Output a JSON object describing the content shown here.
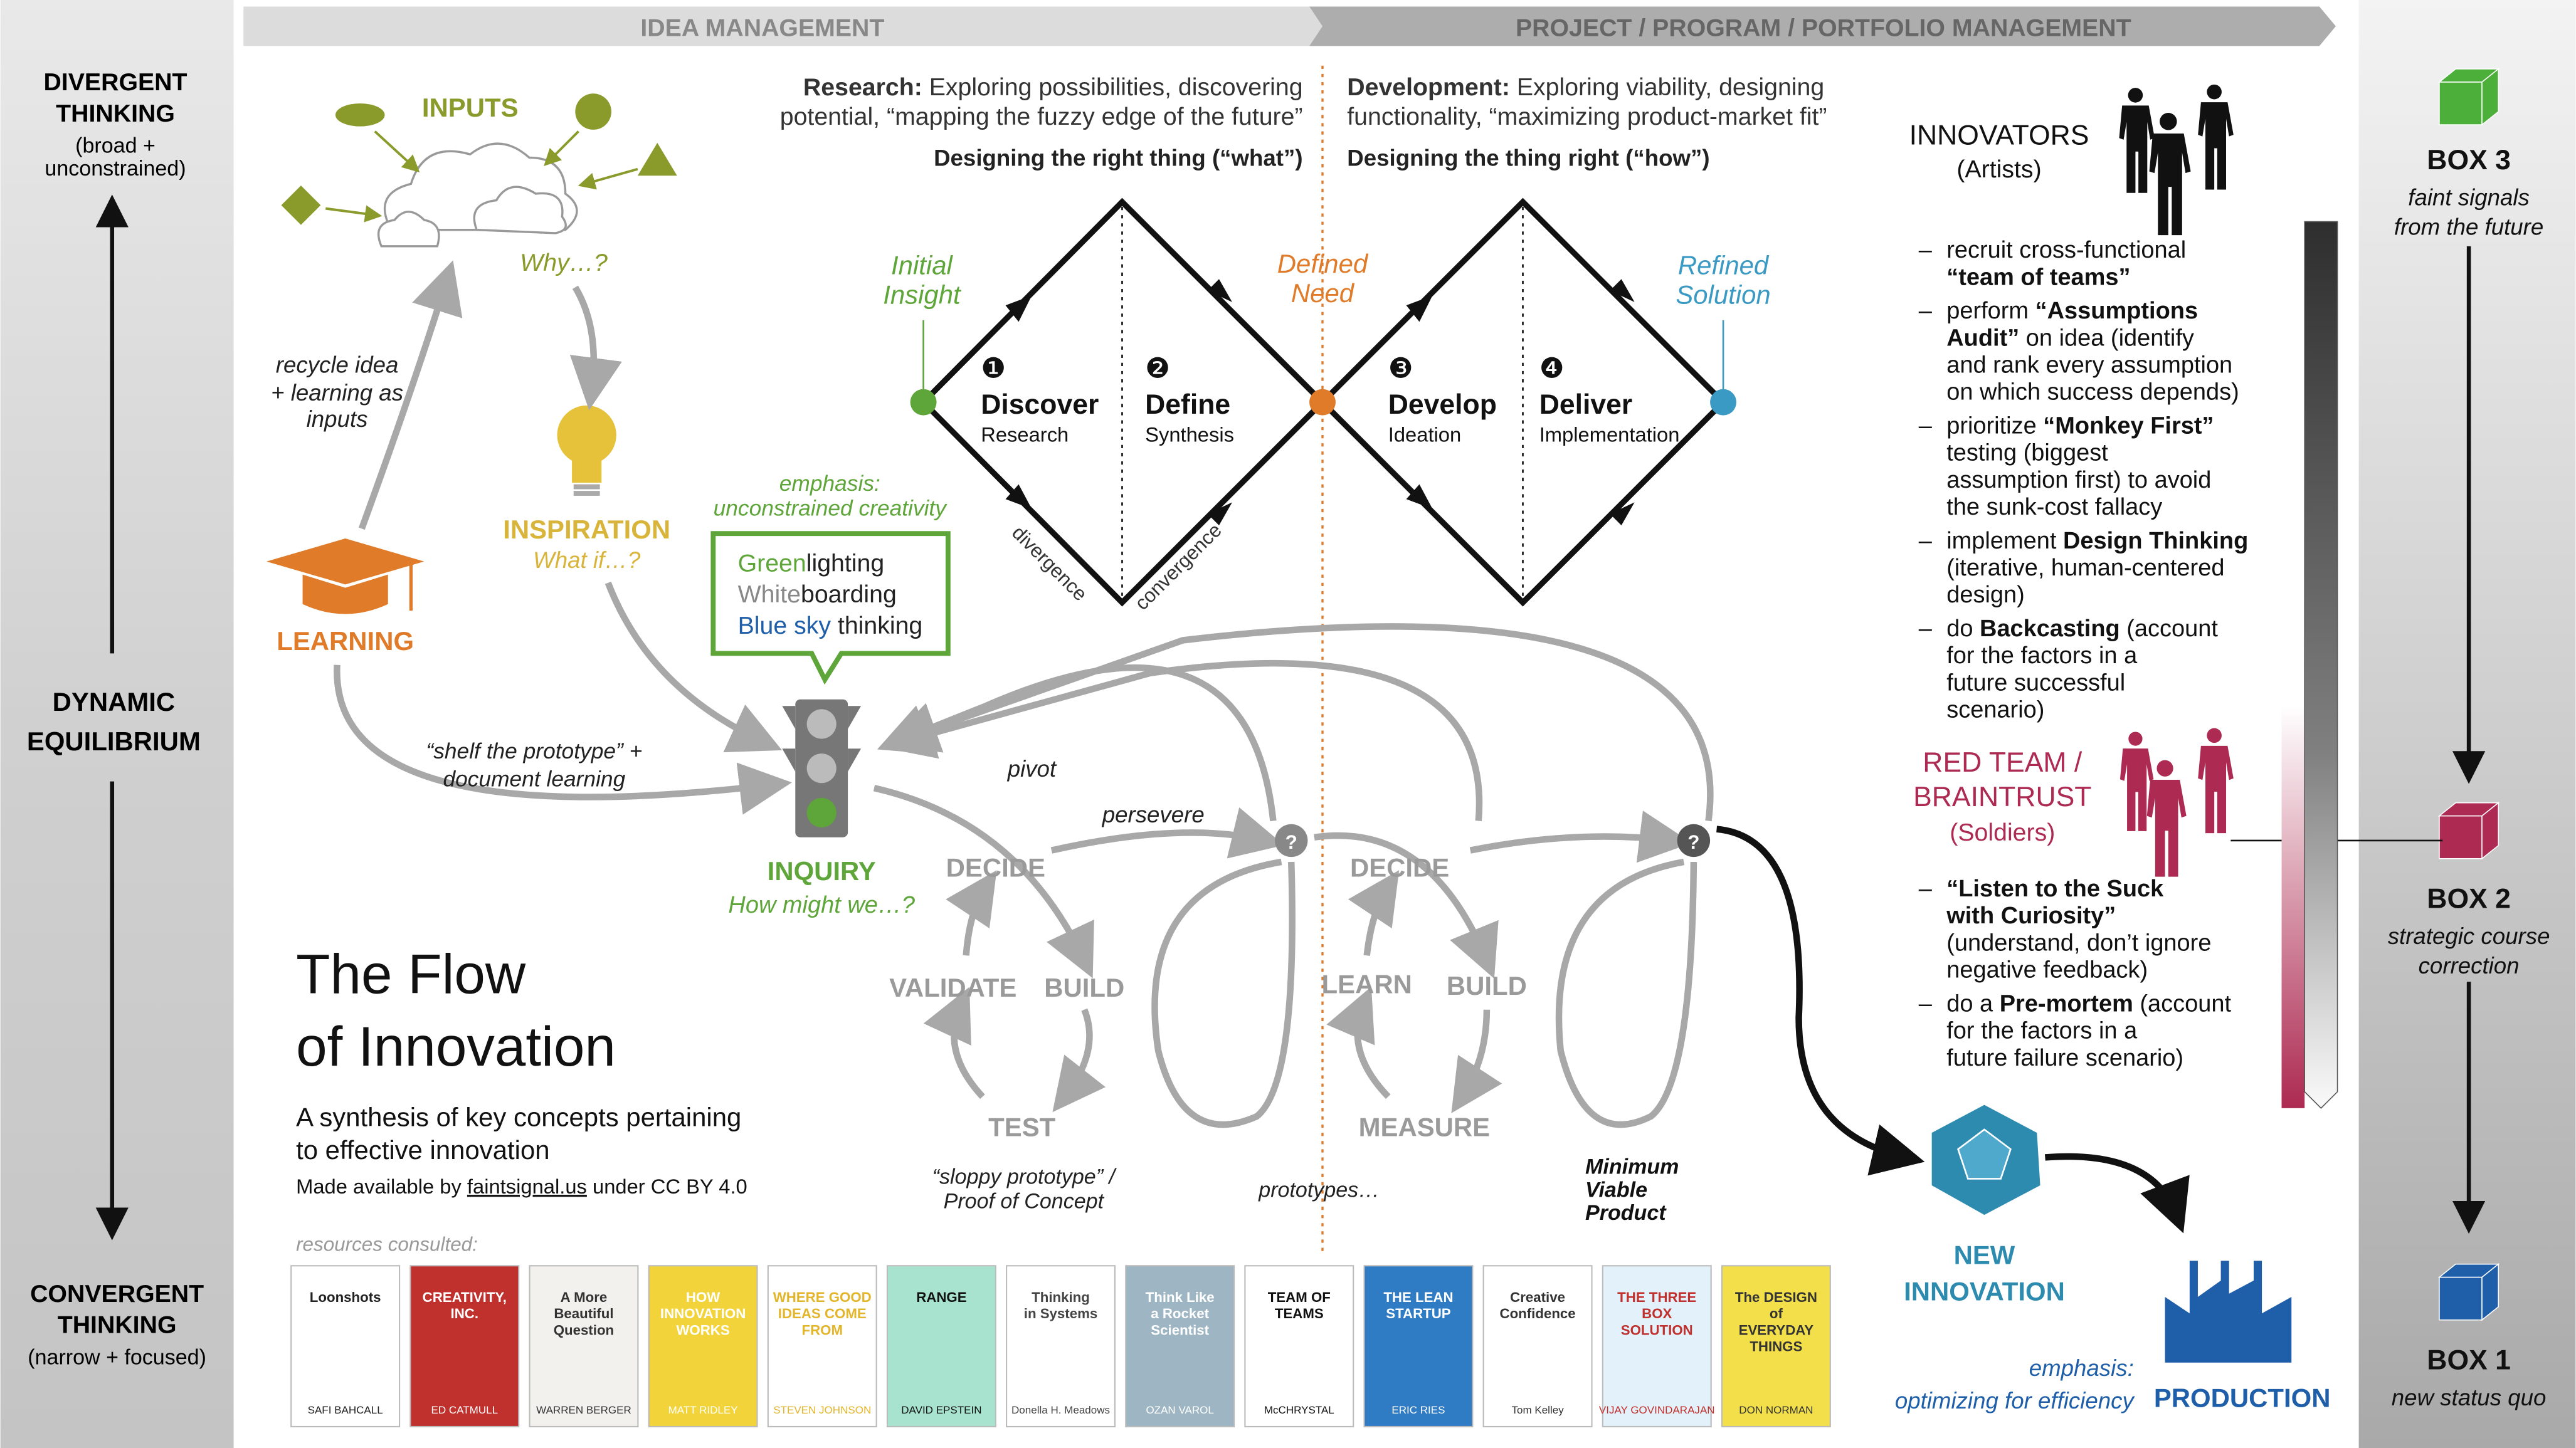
{
  "colors": {
    "green": "#5ea53a",
    "olive": "#8a9a2b",
    "orange": "#e07b2a",
    "blue": "#3a9ac4",
    "crimson": "#ad2a52",
    "navy": "#1f5ea8",
    "teal": "#2e8bb0",
    "yellow": "#e6c23a",
    "grey": "#9a9a9a"
  },
  "left_axis": {
    "top": [
      "DIVERGENT",
      "THINKING"
    ],
    "top_sub": [
      "(broad +",
      "unconstrained)"
    ],
    "middle": [
      "DYNAMIC",
      "EQUILIBRIUM"
    ],
    "bottom": [
      "CONVERGENT",
      "THINKING"
    ],
    "bottom_sub": "(narrow + focused)"
  },
  "banner": {
    "left": "IDEA MANAGEMENT",
    "right": "PROJECT / PROGRAM / PORTFOLIO MANAGEMENT"
  },
  "research": {
    "label": "Research:",
    "line1": " Exploring possibilities, discovering",
    "line2": "potential, “mapping the fuzzy edge of the future”",
    "tagline": "Designing the right thing (“what”)"
  },
  "development": {
    "label": "Development:",
    "line1": " Exploring viability, designing",
    "line2": "functionality, “maximizing product-market fit”",
    "tagline": "Designing the thing right (“how”)"
  },
  "milestones": {
    "initial": [
      "Initial",
      "Insight"
    ],
    "defined": [
      "Defined",
      "Need"
    ],
    "refined": [
      "Refined",
      "Solution"
    ]
  },
  "steps": [
    {
      "num": "❶",
      "title": "Discover",
      "sub": "Research"
    },
    {
      "num": "❷",
      "title": "Define",
      "sub": "Synthesis"
    },
    {
      "num": "❸",
      "title": "Develop",
      "sub": "Ideation"
    },
    {
      "num": "❹",
      "title": "Deliver",
      "sub": "Implementation"
    }
  ],
  "diamond_labels": {
    "divergence": "divergence",
    "convergence": "convergence"
  },
  "ideation": {
    "inputs": "INPUTS",
    "why": "Why…?",
    "inspiration": "INSPIRATION",
    "what_if": "What if…?",
    "learning": "LEARNING",
    "recycle": [
      "recycle idea",
      "+ learning as",
      "inputs"
    ],
    "emphasis": [
      "emphasis:",
      "unconstrained creativity"
    ],
    "bubble": [
      {
        "a": "Green",
        "b": "lighting"
      },
      {
        "a": "White",
        "b": "boarding"
      },
      {
        "a": "Blue sky",
        "b": " thinking"
      }
    ],
    "inquiry": "INQUIRY",
    "how_might": "How might we…?",
    "shelf": [
      "“shelf the prototype” +",
      "document learning"
    ],
    "pivot": "pivot",
    "persevere": "persevere"
  },
  "loop1": {
    "decide": "DECIDE",
    "validate": "VALIDATE",
    "build": "BUILD",
    "test": "TEST",
    "caption": [
      "“sloppy prototype” /",
      "Proof of Concept"
    ]
  },
  "loop2": {
    "decide": "DECIDE",
    "learn": "LEARN",
    "build": "BUILD",
    "measure": "MEASURE",
    "caption": "prototypes…"
  },
  "mvp": [
    "Minimum",
    "Viable",
    "Product"
  ],
  "question_mark": "?",
  "title": {
    "line1": "The Flow",
    "line2": "of Innovation",
    "sub1": "A synthesis of key concepts pertaining",
    "sub2": "to effective innovation",
    "credit_pre": "Made available by ",
    "credit_link": "faintsignal.us",
    "credit_post": " under CC BY 4.0"
  },
  "resources_label": "resources consulted:",
  "books": [
    {
      "title": "Loonshots",
      "author": "SAFI BAHCALL",
      "bg": "#ffffff",
      "fg": "#222"
    },
    {
      "title": "CREATIVITY, INC.",
      "author": "ED CATMULL",
      "bg": "#c0302c",
      "fg": "#fff"
    },
    {
      "title": "A More Beautiful Question",
      "author": "WARREN BERGER",
      "bg": "#f3f1ee",
      "fg": "#333"
    },
    {
      "title": "HOW INNOVATION WORKS",
      "author": "MATT RIDLEY",
      "bg": "#f2d43a",
      "fg": "#fff"
    },
    {
      "title": "WHERE GOOD IDEAS COME FROM",
      "author": "STEVEN JOHNSON",
      "bg": "#ffffff",
      "fg": "#e3b52a"
    },
    {
      "title": "RANGE",
      "author": "DAVID EPSTEIN",
      "bg": "#a8e3d0",
      "fg": "#111"
    },
    {
      "title": "Thinking in Systems",
      "author": "Donella H. Meadows",
      "bg": "#ffffff",
      "fg": "#444"
    },
    {
      "title": "Think Like a Rocket Scientist",
      "author": "OZAN VAROL",
      "bg": "#9eb6c3",
      "fg": "#fff"
    },
    {
      "title": "TEAM OF TEAMS",
      "author": "McCHRYSTAL",
      "bg": "#ffffff",
      "fg": "#111"
    },
    {
      "title": "THE LEAN STARTUP",
      "author": "ERIC RIES",
      "bg": "#2f7bc4",
      "fg": "#fff"
    },
    {
      "title": "Creative Confidence",
      "author": "Tom Kelley",
      "bg": "#ffffff",
      "fg": "#333"
    },
    {
      "title": "THE THREE BOX SOLUTION",
      "author": "VIJAY GOVINDARAJAN",
      "bg": "#e3f1fb",
      "fg": "#c0302c"
    },
    {
      "title": "The DESIGN of EVERYDAY THINGS",
      "author": "DON NORMAN",
      "bg": "#f2df4a",
      "fg": "#333"
    }
  ],
  "innovators": {
    "title": "INNOVATORS",
    "sub": "(Artists)",
    "bullets": [
      [
        {
          "t": "recruit cross-functional"
        },
        {
          "t": "“team of teams”",
          "b": true
        }
      ],
      [
        {
          "t": "perform "
        },
        {
          "t": "“Assumptions Audit”",
          "b": true
        },
        {
          "t": " on idea (identify and rank every assumption on which success depends)"
        }
      ],
      [
        {
          "t": "prioritize "
        },
        {
          "t": "“Monkey First”",
          "b": true
        },
        {
          "t": " testing (biggest assumption first) to avoid the sunk-cost fallacy"
        }
      ],
      [
        {
          "t": "implement "
        },
        {
          "t": "Design Thinking",
          "b": true
        },
        {
          "t": " (iterative, human-centered design)"
        }
      ],
      [
        {
          "t": "do "
        },
        {
          "t": "Backcasting",
          "b": true
        },
        {
          "t": " (account for the factors in a future successful scenario)"
        }
      ]
    ]
  },
  "red_team": {
    "title": [
      "RED TEAM /",
      "BRAINTRUST"
    ],
    "sub": "(Soldiers)",
    "bullets": [
      [
        {
          "t": "“Listen to the Suck with Curiosity”",
          "b": true
        },
        {
          "t": " (understand, don’t ignore negative feedback)"
        }
      ],
      [
        {
          "t": "do a "
        },
        {
          "t": "Pre-mortem",
          "b": true
        },
        {
          "t": " (account for the factors in a future failure scenario)"
        }
      ]
    ]
  },
  "outcome": {
    "new": [
      "NEW",
      "INNOVATION"
    ],
    "emphasis": [
      "emphasis:",
      "optimizing for efficiency"
    ],
    "production": "PRODUCTION"
  },
  "boxes": [
    {
      "label": "BOX 3",
      "desc": [
        "faint signals",
        "from the future"
      ],
      "color": "#4caf3a"
    },
    {
      "label": "BOX 2",
      "desc": [
        "strategic course",
        "correction"
      ],
      "color": "#ad2a52"
    },
    {
      "label": "BOX 1",
      "desc": [
        "new status quo"
      ],
      "color": "#1f5ea8"
    }
  ]
}
